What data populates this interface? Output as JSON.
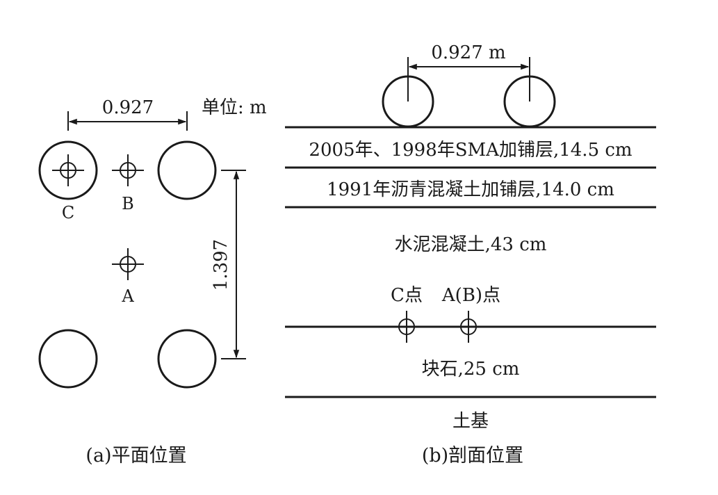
{
  "plan_view": {
    "unit_label": "单位: m",
    "dim_horizontal": "0.927",
    "dim_vertical": "1.397",
    "point_c": "C",
    "point_b": "B",
    "point_a": "A",
    "caption": "(a)平面位置"
  },
  "section_view": {
    "dim_top": "0.927 m",
    "layers": [
      "2005年、1998年SMA加铺层,14.5 cm",
      "1991年沥青混凝土加铺层,14.0 cm",
      "水泥混凝土,43 cm",
      "块石,25 cm",
      "土基"
    ],
    "point_c": "C点",
    "point_ab": "A(B)点",
    "caption": "(b)剖面位置"
  },
  "colors": {
    "stroke": "#1a1a1a",
    "background": "#ffffff"
  }
}
